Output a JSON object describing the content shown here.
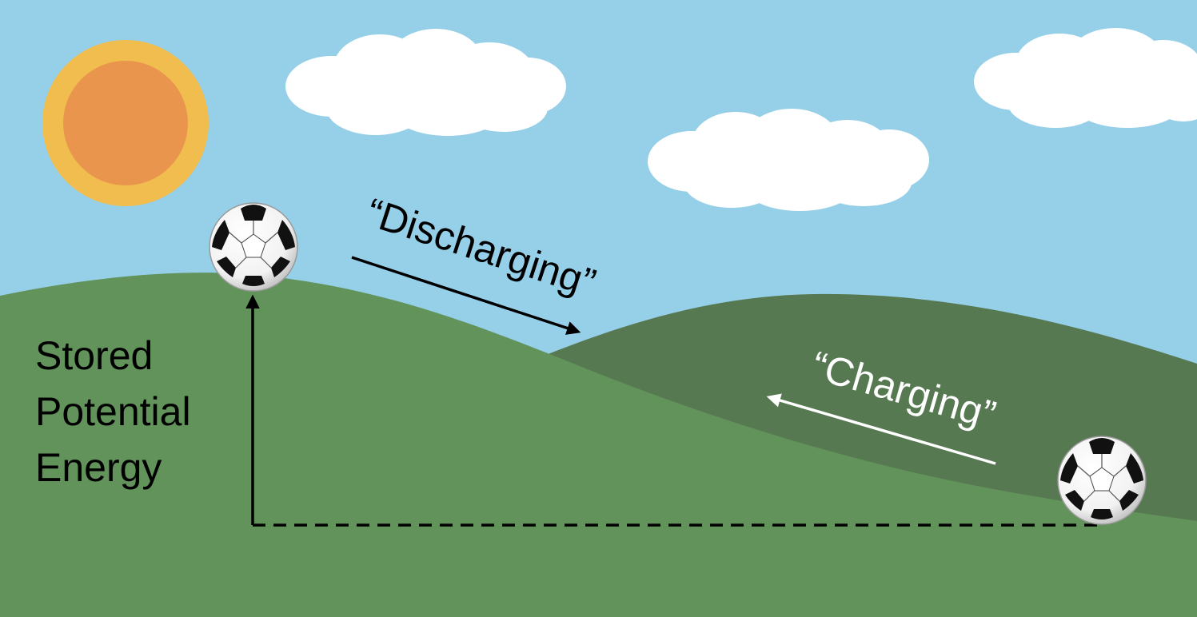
{
  "labels": {
    "stored_line1": "Stored",
    "stored_line2": "Potential",
    "stored_line3": "Energy",
    "discharging": "“Discharging”",
    "charging": "“Charging”"
  },
  "colors": {
    "sky": "#96cfe8",
    "sun_outer": "#f0bd4e",
    "sun_inner": "#ea954e",
    "hill_front": "#62935b",
    "hill_back": "#577952",
    "cloud": "#ffffff",
    "ink_dark": "#000000",
    "ink_light": "#ffffff"
  },
  "icons": {
    "ball_top": "soccer-ball-icon",
    "ball_bottom": "soccer-ball-icon",
    "sun": "sun-icon",
    "cloud": "cloud-icon"
  }
}
